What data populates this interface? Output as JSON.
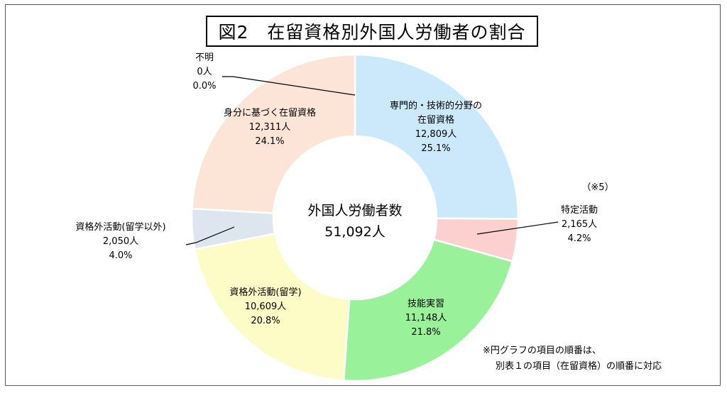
{
  "chart_data": {
    "type": "pie",
    "title": "図2　在留資格別外国人労働者の割合",
    "center": {
      "label": "外国人労働者数",
      "total": "51,092人"
    },
    "slices": [
      {
        "name": "専門的・技術的分野の在留資格",
        "name_lines": [
          "専門的・技術的分野の",
          "在留資格"
        ],
        "count": "12,809人",
        "value": 25.1,
        "percent": "25.1%",
        "color": "#cce8fb"
      },
      {
        "name": "特定活動",
        "name_lines": [
          "特定活動"
        ],
        "note": "（※5）",
        "count": "2,165人",
        "value": 4.2,
        "percent": "4.2%",
        "color": "#fdd0d0"
      },
      {
        "name": "技能実習",
        "name_lines": [
          "技能実習"
        ],
        "count": "11,148人",
        "value": 21.8,
        "percent": "21.8%",
        "color": "#99f29a"
      },
      {
        "name": "資格外活動(留学)",
        "name_lines": [
          "資格外活動(留学)"
        ],
        "count": "10,609人",
        "value": 20.8,
        "percent": "20.8%",
        "color": "#fdfbc6"
      },
      {
        "name": "資格外活動(留学以外)",
        "name_lines": [
          "資格外活動(留学以外)"
        ],
        "count": "2,050人",
        "value": 4.0,
        "percent": "4.0%",
        "color": "#dde5ef"
      },
      {
        "name": "身分に基づく在留資格",
        "name_lines": [
          "身分に基づく在留資格"
        ],
        "count": "12,311人",
        "value": 24.1,
        "percent": "24.1%",
        "color": "#fce4d6"
      },
      {
        "name": "不明",
        "name_lines": [
          "不明"
        ],
        "count": "0人",
        "value": 0.0,
        "percent": "0.0%",
        "color": "#ffffff"
      }
    ],
    "footnote": [
      "※円グラフの項目の順番は、",
      "別表１の項目（在留資格）の順番に対応"
    ]
  }
}
